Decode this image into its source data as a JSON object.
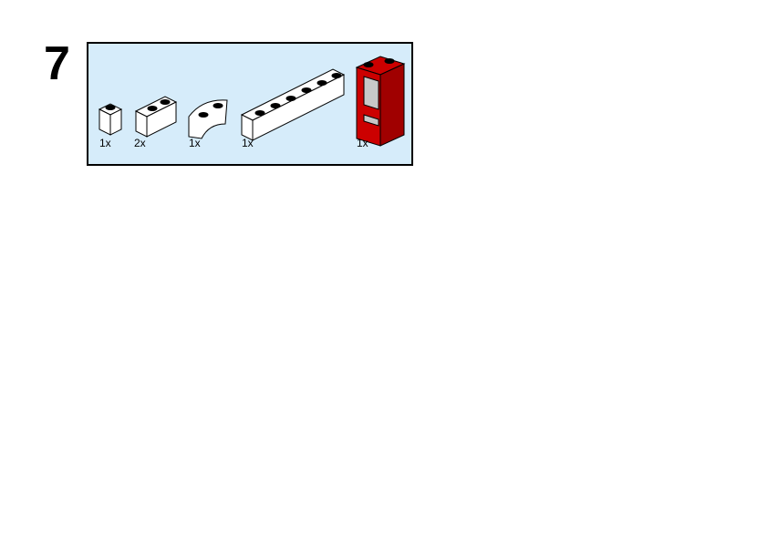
{
  "step_number": "7",
  "parts_list": [
    {
      "part": "brick-1x1-white",
      "qty": "1x"
    },
    {
      "part": "brick-1x2-white",
      "qty": "2x"
    },
    {
      "part": "brick-round-corner-white",
      "qty": "1x"
    },
    {
      "part": "brick-1x6-white",
      "qty": "1x"
    },
    {
      "part": "door-1x2x3-red",
      "qty": "1x"
    }
  ],
  "colors": {
    "panel": "#d6ecfa",
    "red": "#cc0000",
    "glass": "#c8c8c8"
  }
}
